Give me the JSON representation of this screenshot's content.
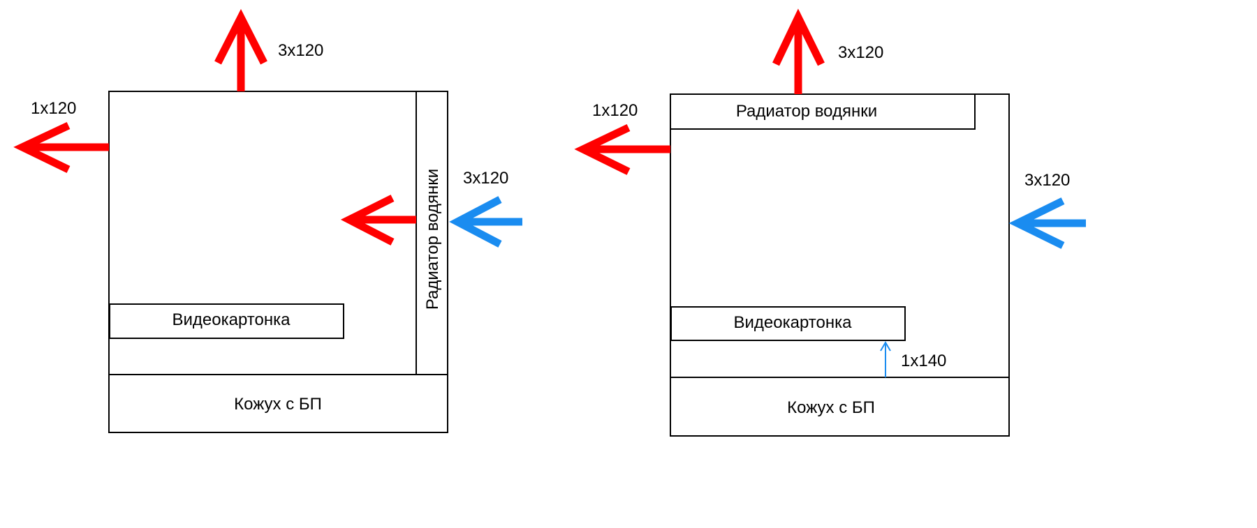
{
  "colors": {
    "exhaust": "#ff0000",
    "intake": "#1a8cf0"
  },
  "left_diagram": {
    "top_fans": "3x120",
    "rear_fans": "1x120",
    "front_fans": "3x120",
    "radiator": "Радиатор водянки",
    "gpu": "Видеокартонка",
    "psu_shroud": "Кожух с БП"
  },
  "right_diagram": {
    "top_fans": "3x120",
    "rear_fans": "1x120",
    "front_fans": "3x120",
    "bottom_fan": "1x140",
    "radiator": "Радиатор водянки",
    "gpu": "Видеокартонка",
    "psu_shroud": "Кожух с БП"
  }
}
